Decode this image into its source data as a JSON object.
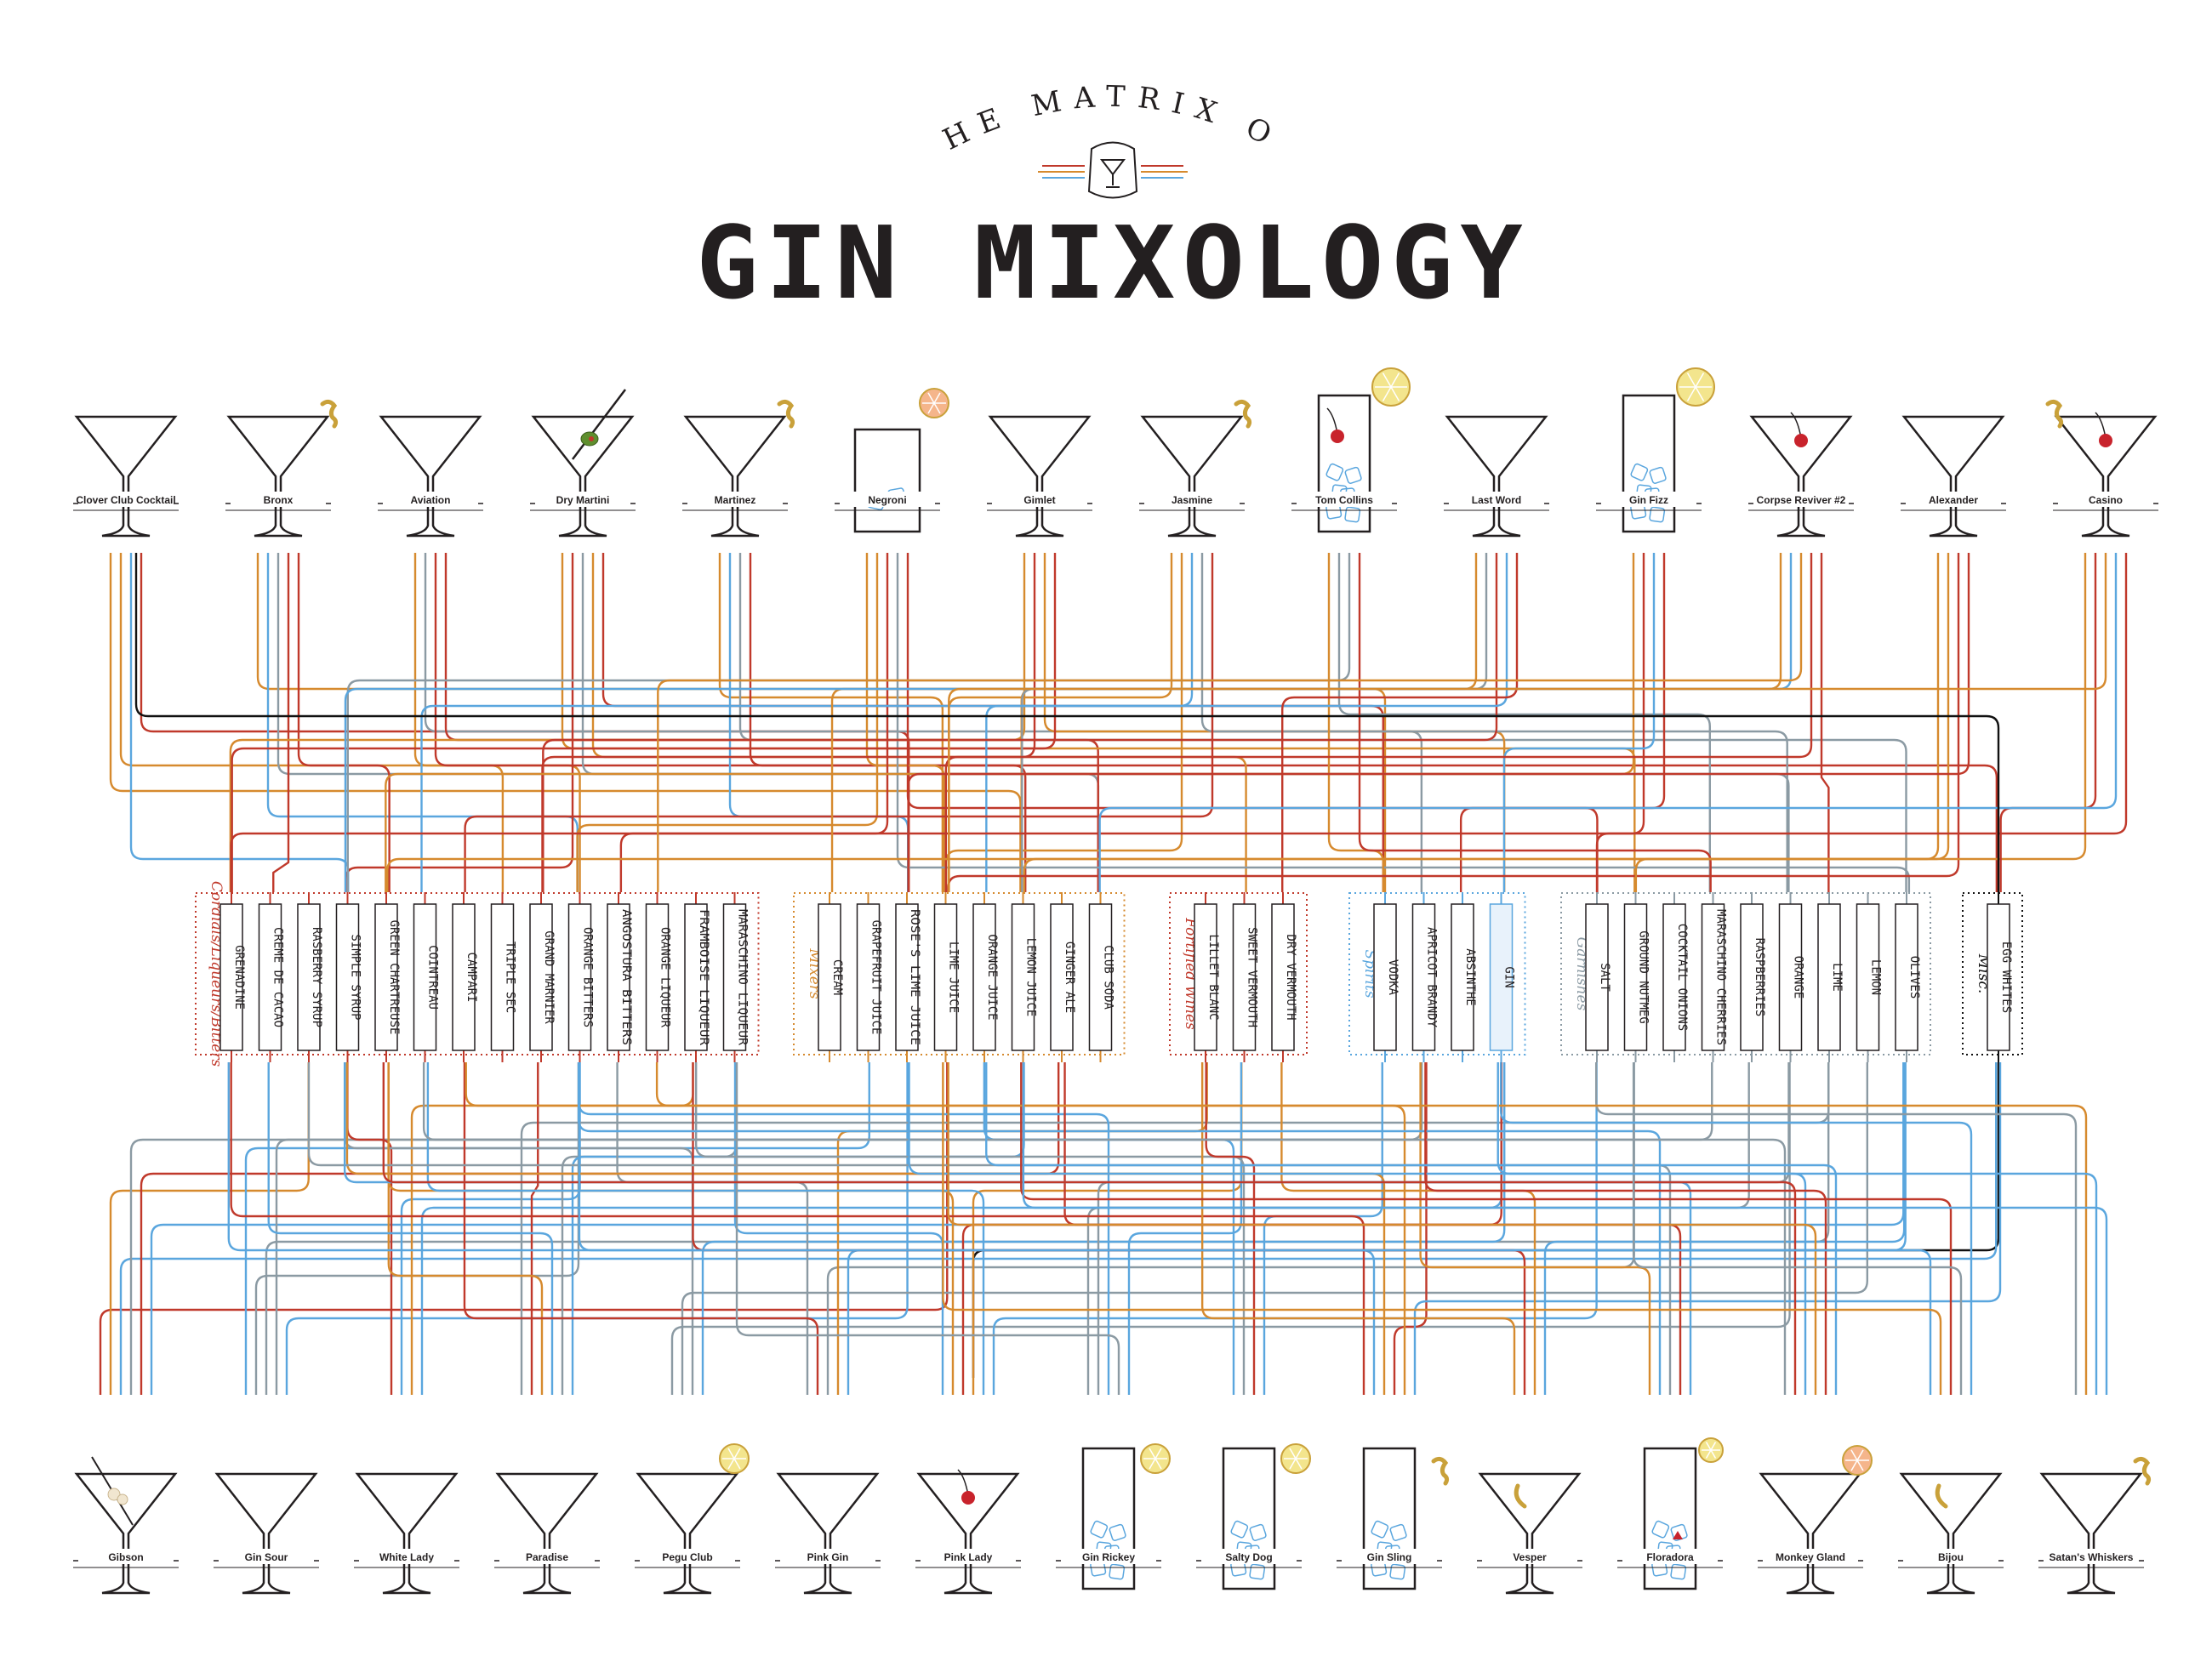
{
  "title": {
    "small": "THE MATRIX OF",
    "big": "GIN MIXOLOGY"
  },
  "colors": {
    "red": "#c0392b",
    "orange": "#d68a2e",
    "blue": "#5aa6de",
    "gray": "#8b9aa3",
    "black": "#111111",
    "ink": "#231f20",
    "garnish": "#c9a13a"
  },
  "top_cocktails": [
    {
      "name": "Clover Club Cocktail",
      "glass": "martini"
    },
    {
      "name": "Bronx",
      "glass": "martini",
      "garnish": "twist"
    },
    {
      "name": "Aviation",
      "glass": "martini"
    },
    {
      "name": "Dry Martini",
      "glass": "martini",
      "garnish": "olive"
    },
    {
      "name": "Martinez",
      "glass": "martini",
      "garnish": "twist"
    },
    {
      "name": "Negroni",
      "glass": "rocks",
      "garnish": "orange-slice"
    },
    {
      "name": "Gimlet",
      "glass": "martini"
    },
    {
      "name": "Jasmine",
      "glass": "martini",
      "garnish": "twist"
    },
    {
      "name": "Tom Collins",
      "glass": "highball",
      "garnish": "cherry-lemon"
    },
    {
      "name": "Last Word",
      "glass": "martini"
    },
    {
      "name": "Gin Fizz",
      "glass": "highball",
      "garnish": "lemon-slice"
    },
    {
      "name": "Corpse Reviver #2",
      "glass": "martini",
      "garnish": "cherry"
    },
    {
      "name": "Alexander",
      "glass": "martini"
    },
    {
      "name": "Casino",
      "glass": "martini",
      "garnish": "cherry-twist"
    }
  ],
  "bottom_cocktails": [
    {
      "name": "Gibson",
      "glass": "martini",
      "garnish": "onion"
    },
    {
      "name": "Gin Sour",
      "glass": "martini"
    },
    {
      "name": "White Lady",
      "glass": "martini"
    },
    {
      "name": "Paradise",
      "glass": "martini"
    },
    {
      "name": "Pegu Club",
      "glass": "martini",
      "garnish": "lime-slice"
    },
    {
      "name": "Pink Gin",
      "glass": "martini"
    },
    {
      "name": "Pink Lady",
      "glass": "martini",
      "garnish": "cherry"
    },
    {
      "name": "Gin Rickey",
      "glass": "highball",
      "garnish": "lime-slice"
    },
    {
      "name": "Salty Dog",
      "glass": "highball",
      "garnish": "lime-slice"
    },
    {
      "name": "Gin Sling",
      "glass": "highball",
      "garnish": "twist"
    },
    {
      "name": "Vesper",
      "glass": "martini",
      "garnish": "lemon-peel"
    },
    {
      "name": "Floradora",
      "glass": "highball",
      "garnish": "raspberry-lime"
    },
    {
      "name": "Monkey Gland",
      "glass": "martini",
      "garnish": "orange-slice"
    },
    {
      "name": "Bijou",
      "glass": "martini",
      "garnish": "lemon-peel"
    },
    {
      "name": "Satan's Whiskers",
      "glass": "martini",
      "garnish": "twist"
    }
  ],
  "groups": [
    {
      "label": "Cordials/Liqueurs/Bitters",
      "color": "#c0392b",
      "items": [
        "GRENADINE",
        "CREME DE CACAO",
        "RASBERRY SYRUP",
        "SIMPLE SYRUP",
        "GREEN CHARTREUSE",
        "COINTREAU",
        "CAMPARI",
        "TRIPLE SEC",
        "GRAND MARNIER",
        "ORANGE BITTERS",
        "ANGOSTURA BITTERS",
        "ORANGE LIQUEUR",
        "FRAMBOISE LIQUEUR",
        "MARASCHINO LIQUEUR"
      ]
    },
    {
      "label": "Mixers",
      "color": "#d68a2e",
      "items": [
        "CREAM",
        "GRAPEFRUIT JUICE",
        "ROSE'S LIME JUICE",
        "LIME JUICE",
        "ORANGE JUICE",
        "LEMON JUICE",
        "GINGER ALE",
        "CLUB SODA"
      ]
    },
    {
      "label": "Fortified Wines",
      "color": "#c0392b",
      "items": [
        "LILLET BLANC",
        "SWEET VERMOUTH",
        "DRY VERMOUTH"
      ]
    },
    {
      "label": "Spirits",
      "color": "#5aa6de",
      "items": [
        "VODKA",
        "APRICOT BRANDY",
        "ABSINTHE",
        "GIN"
      ]
    },
    {
      "label": "Garnishes",
      "color": "#8b9aa3",
      "items": [
        "SALT",
        "GROUND NUTMEG",
        "COCKTAIL ONIONS",
        "MARASCHINO CHERRIES",
        "RASPBERRIES",
        "ORANGE",
        "LIME",
        "LEMON",
        "OLIVES"
      ]
    },
    {
      "label": "Misc.",
      "color": "#111111",
      "items": [
        "EGG WHITES"
      ]
    }
  ]
}
